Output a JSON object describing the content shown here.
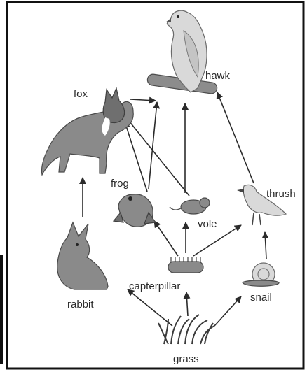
{
  "nodes": {
    "hawk": "hawk",
    "fox": "fox",
    "frog": "frog",
    "vole": "vole",
    "thrush": "thrush",
    "rabbit": "rabbit",
    "capterpillar": "capterpillar",
    "snail": "snail",
    "grass": "grass"
  },
  "edges": [
    {
      "from": "grass",
      "to": "rabbit"
    },
    {
      "from": "grass",
      "to": "capterpillar"
    },
    {
      "from": "grass",
      "to": "snail"
    },
    {
      "from": "rabbit",
      "to": "fox"
    },
    {
      "from": "capterpillar",
      "to": "frog"
    },
    {
      "from": "capterpillar",
      "to": "vole"
    },
    {
      "from": "capterpillar",
      "to": "thrush"
    },
    {
      "from": "snail",
      "to": "thrush"
    },
    {
      "from": "frog",
      "to": "fox"
    },
    {
      "from": "frog",
      "to": "hawk"
    },
    {
      "from": "vole",
      "to": "fox"
    },
    {
      "from": "vole",
      "to": "hawk"
    },
    {
      "from": "thrush",
      "to": "hawk"
    },
    {
      "from": "fox",
      "to": "hawk"
    }
  ]
}
